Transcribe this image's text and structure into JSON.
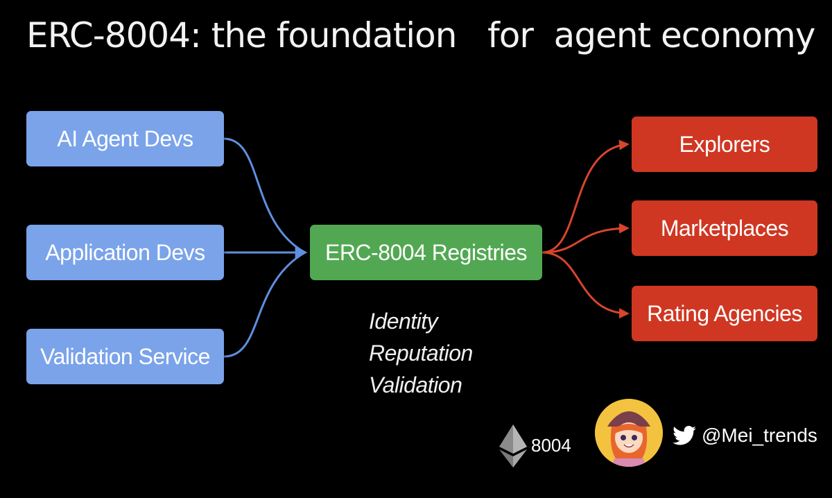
{
  "title": "ERC-8004: the foundation   for  agent economy",
  "sources": [
    {
      "label": "AI Agent Devs"
    },
    {
      "label": "Application Devs"
    },
    {
      "label": "Validation Service"
    }
  ],
  "hub": {
    "label": "ERC-8004 Registries"
  },
  "outputs": [
    {
      "label": "Explorers"
    },
    {
      "label": "Marketplaces"
    },
    {
      "label": "Rating Agencies"
    }
  ],
  "pillars": [
    "Identity",
    "Reputation",
    "Validation"
  ],
  "footer": {
    "token": "8004",
    "handle": "@Mei_trends"
  },
  "colors": {
    "background": "#000000",
    "source_box": "#7aa3ea",
    "hub_box": "#52a852",
    "output_box": "#cf3722",
    "source_arrow": "#5f8fe0",
    "output_arrow": "#d8452c"
  }
}
